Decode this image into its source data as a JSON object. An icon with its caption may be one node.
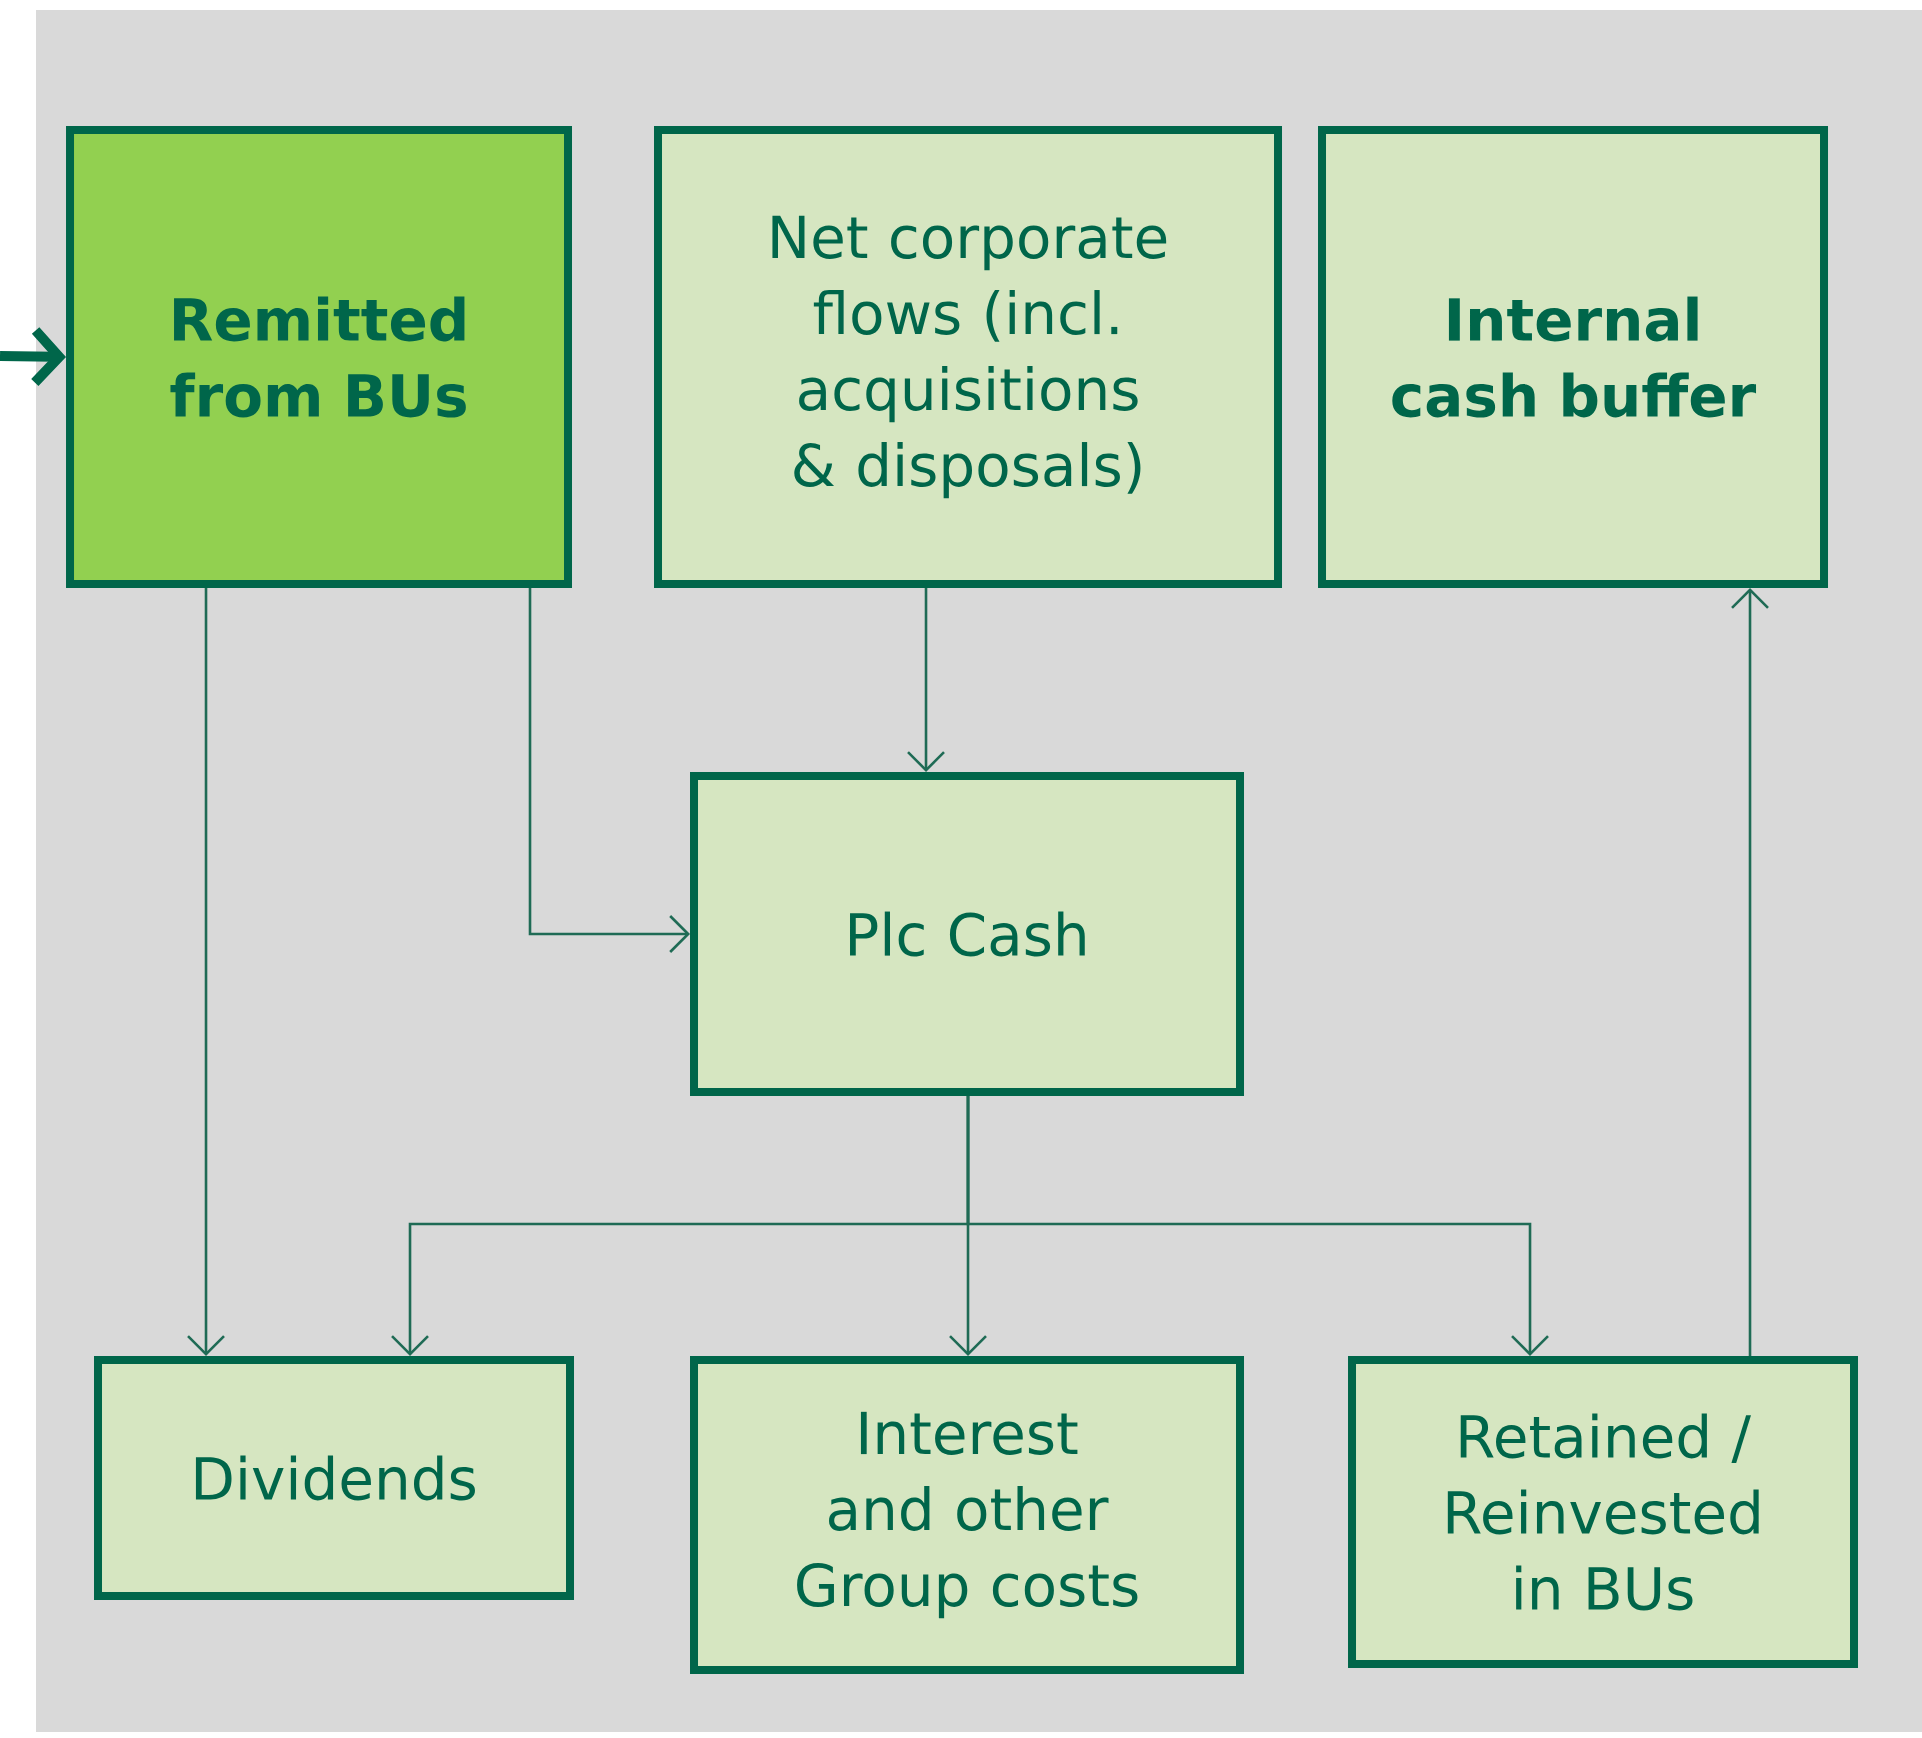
{
  "diagram": {
    "nodes": [
      {
        "text": [
          "Remitted from BUs"
        ]
      },
      {
        "text": [
          "Net corporate flows (incl. acquisitions & disposals)"
        ]
      },
      {
        "text": [
          "Internal cash buffer"
        ]
      },
      {
        "text": [
          "Plc Cash"
        ]
      },
      {
        "text": [
          "Dividends"
        ]
      },
      {
        "text": [
          "Interest and other Group costs"
        ]
      },
      {
        "text": [
          "Retained / Reinvested in BUs"
        ]
      }
    ],
    "edges": [
      {
        "from": null,
        "to": 0,
        "arrow": "to",
        "style": "thick"
      },
      {
        "from": 0,
        "to": 4,
        "arrow": "to"
      },
      {
        "from": 0,
        "to": 3,
        "arrow": "to"
      },
      {
        "from": 1,
        "to": 3,
        "arrow": "to"
      },
      {
        "from": 3,
        "to": 4,
        "arrow": "to"
      },
      {
        "from": 3,
        "to": 5,
        "arrow": "to"
      },
      {
        "from": 3,
        "to": 6,
        "arrow": "to"
      },
      {
        "from": 6,
        "to": 2,
        "arrow": "to"
      }
    ]
  }
}
